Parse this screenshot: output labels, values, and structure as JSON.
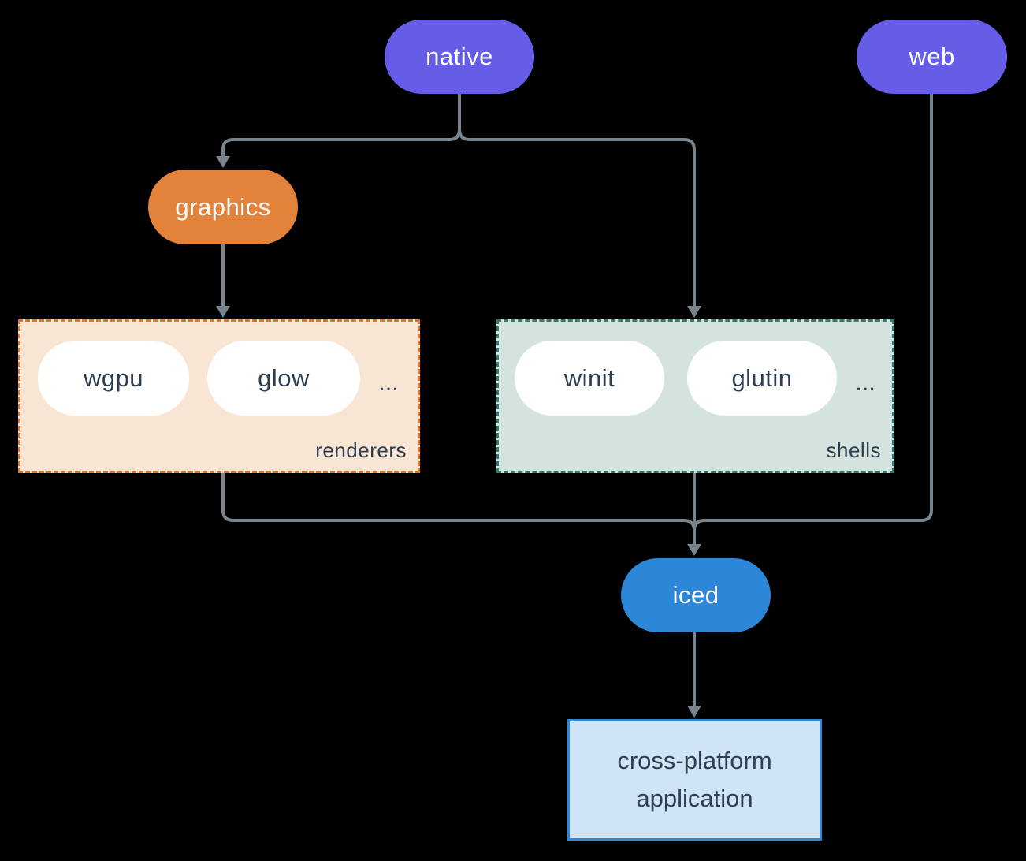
{
  "diagram": {
    "nodes": {
      "native": "native",
      "web": "web",
      "graphics": "graphics",
      "iced": "iced",
      "application": "cross-platform application"
    },
    "groups": {
      "renderers": {
        "label": "renderers",
        "items": [
          "wgpu",
          "glow"
        ],
        "ellipsis": "..."
      },
      "shells": {
        "label": "shells",
        "items": [
          "winit",
          "glutin"
        ],
        "ellipsis": "..."
      }
    },
    "edges": [
      {
        "from": "native",
        "to": "graphics"
      },
      {
        "from": "native",
        "to": "shells"
      },
      {
        "from": "graphics",
        "to": "renderers"
      },
      {
        "from": "renderers",
        "to": "iced"
      },
      {
        "from": "shells",
        "to": "iced"
      },
      {
        "from": "web",
        "to": "iced"
      },
      {
        "from": "iced",
        "to": "application"
      }
    ],
    "colors": {
      "background": "#000000",
      "platform_pill": "#655ce8",
      "graphics_pill": "#e2823b",
      "renderers_box_bg": "#f9e5d4",
      "renderers_box_border": "#e0772a",
      "shells_box_bg": "#d4e3dd",
      "shells_box_border": "#2b7d6e",
      "item_pill_bg": "#ffffff",
      "item_pill_text": "#2d3e50",
      "iced_pill": "#2d87d8",
      "application_box_bg": "#d0e4f8",
      "application_box_border": "#2d87d8",
      "connector": "#78858f"
    }
  }
}
